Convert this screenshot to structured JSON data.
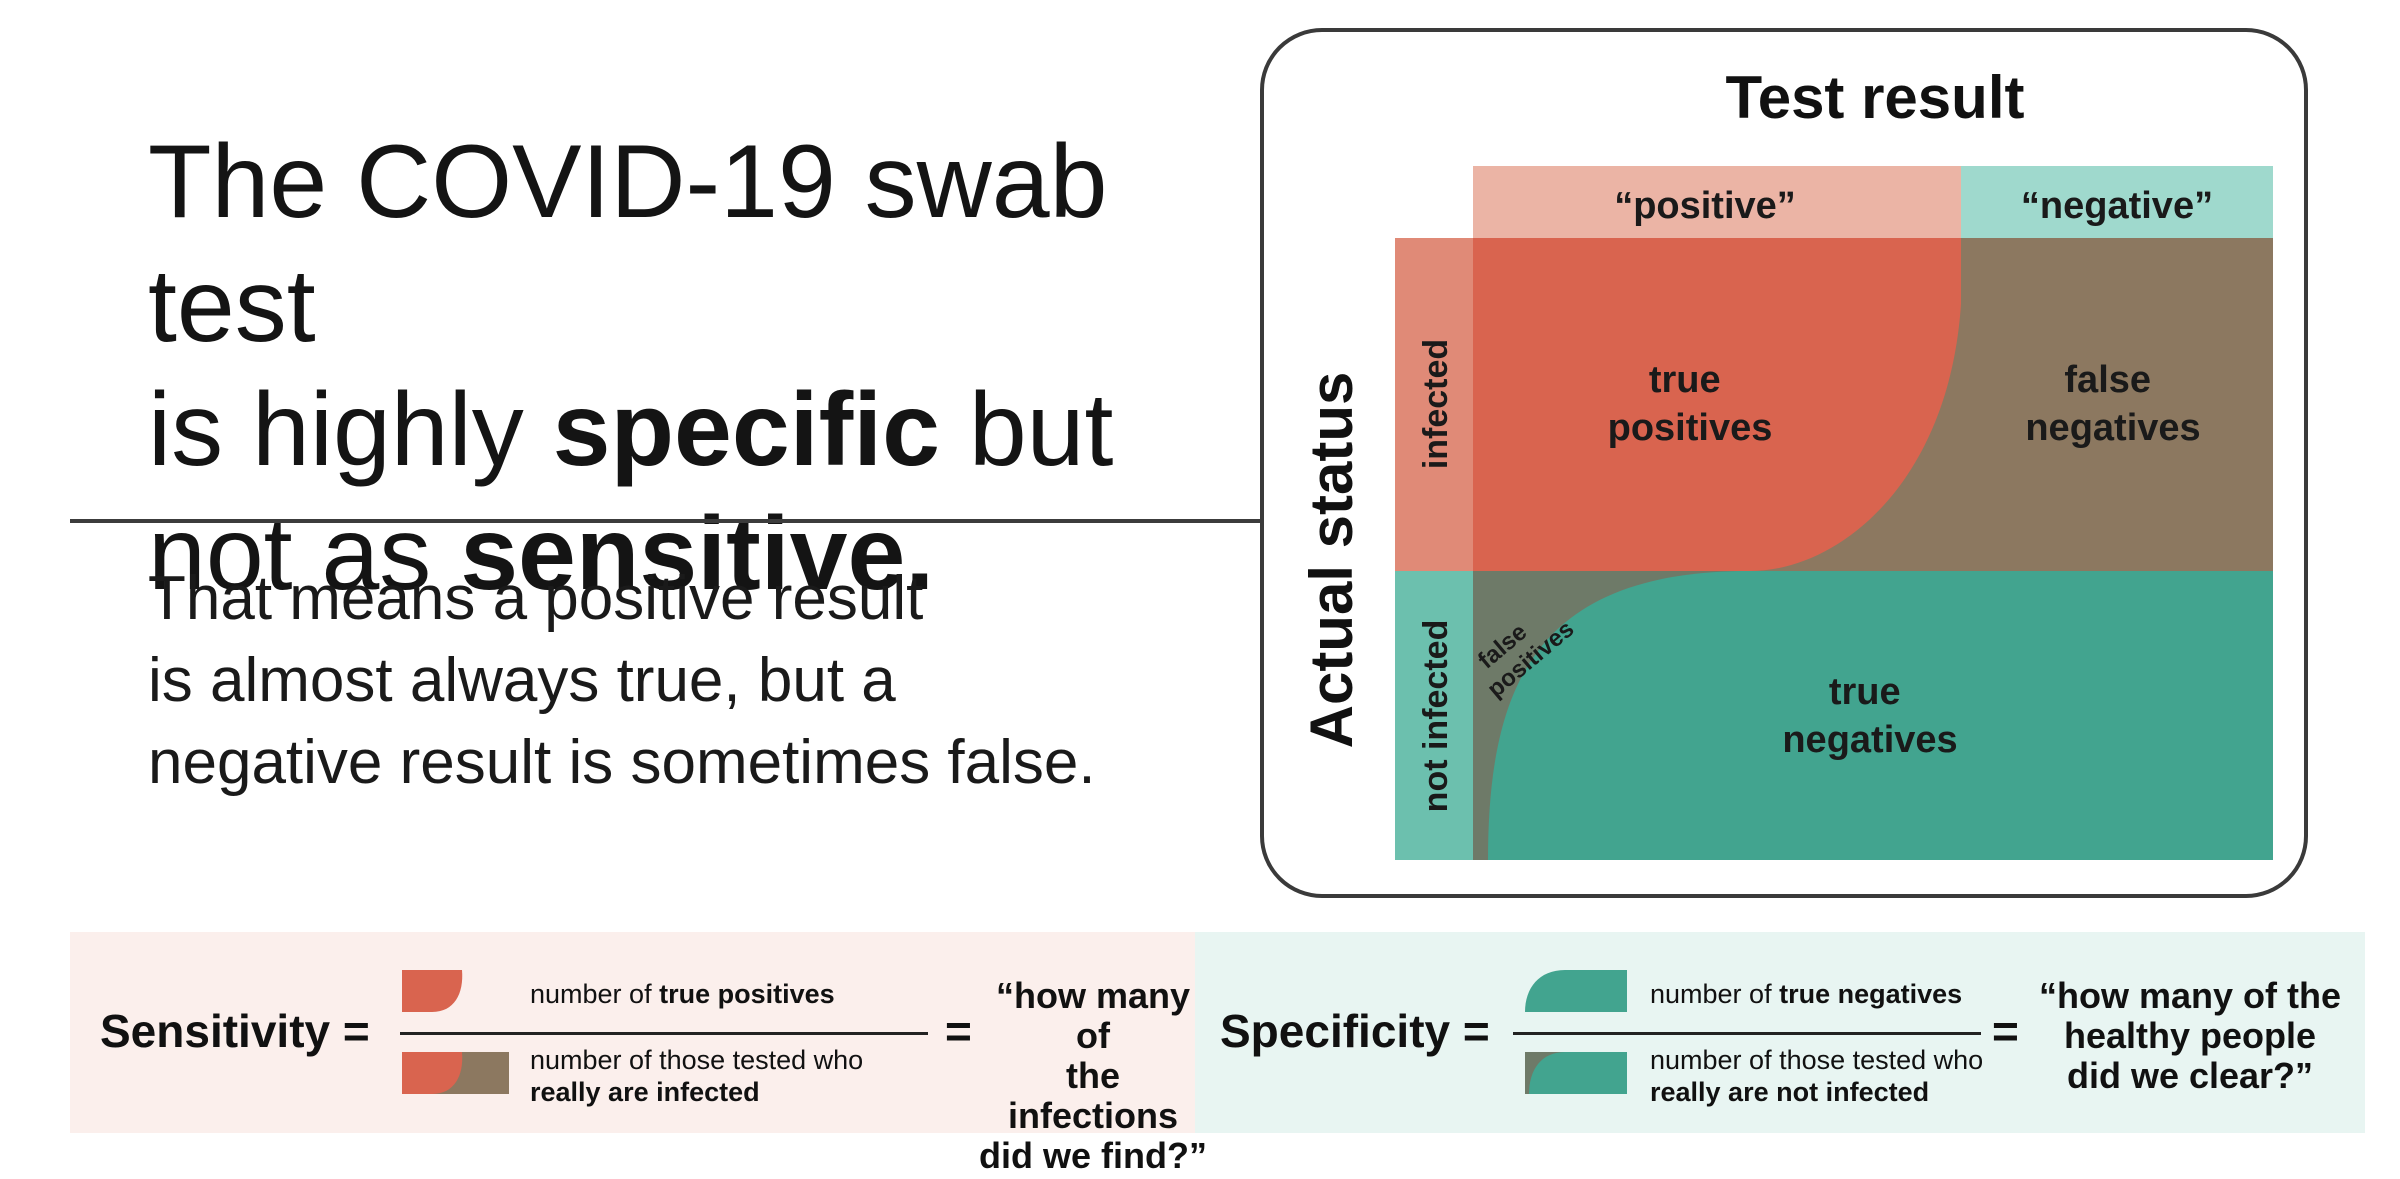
{
  "headline": {
    "line1": "The COVID-19 swab test",
    "line2_start": "is highly ",
    "line2_bold": "specific",
    "line2_end": " but",
    "line3_start": "not as ",
    "line3_bold": "sensitive."
  },
  "subtext": {
    "line1": "That means a positive result",
    "line2": "is almost always true, but a",
    "line3": "negative result is sometimes false."
  },
  "matrix": {
    "test_result_title": "Test result",
    "col_positive": "“positive”",
    "col_negative": "“negative”",
    "actual_status_title": "Actual status",
    "row_infected": "infected",
    "row_not_infected": "not infected",
    "cells": {
      "true_positives": [
        "true",
        "positives"
      ],
      "false_negatives": [
        "false",
        "negatives"
      ],
      "false_positives": [
        "false",
        "positives"
      ],
      "true_negatives": [
        "true",
        "negatives"
      ]
    }
  },
  "formulas": {
    "sensitivity": {
      "label": "Sensitivity =",
      "numerator_plain": "number of ",
      "numerator_bold": "true positives",
      "denominator_line1": "number of those tested who",
      "denominator_line2": "really are infected",
      "equals": "=",
      "question": [
        "“how many of",
        "the infections",
        "did we find?”"
      ]
    },
    "specificity": {
      "label": "Specificity =",
      "numerator_plain": "number of ",
      "numerator_bold": "true negatives",
      "denominator_line1": "number of those tested who",
      "denominator_line2": "really are not infected",
      "equals": "=",
      "question": [
        "“how many of the",
        "healthy people",
        "did we clear?”"
      ]
    }
  },
  "colors": {
    "coral": "#d9644f",
    "coral_light": "#ebb4a5",
    "coral_label": "#e08a77",
    "teal": "#42a48f",
    "teal_light": "#9fd9cd",
    "teal_label": "#6cc0ae",
    "brown": "#8c7860",
    "dark_gray": "#6e7a68"
  }
}
